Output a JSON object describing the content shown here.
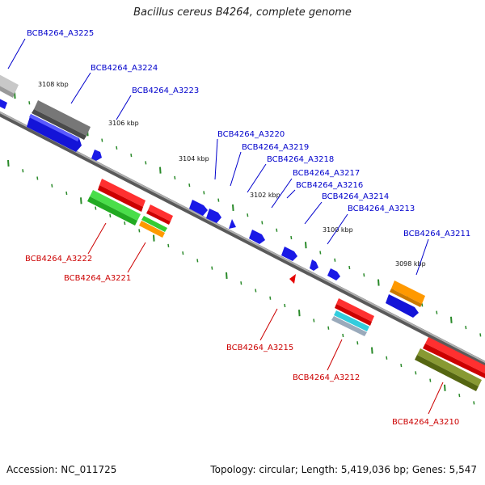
{
  "title": "Bacillus cereus B4264, complete genome",
  "footer": {
    "accession": "Accession: NC_011725",
    "summary": "Topology: circular; Length: 5,419,036 bp; Genes: 5,547"
  },
  "colors": {
    "label_forward": "#0000cc",
    "label_reverse": "#cc0000",
    "backbone": "#808080",
    "tick": "#2a8a2a",
    "blue": "#1a1ae6",
    "red": "#e60000",
    "green": "#33cc33",
    "orange": "#ff9900",
    "gray_dark": "#666666",
    "gray_light": "#bbbbbb",
    "cyan": "#22bbcc",
    "olive": "#778822"
  },
  "scale_labels": [
    "3108 kbp",
    "3106 kbp",
    "3104 kbp",
    "3102 kbp",
    "3100 kbp",
    "3098 kbp"
  ],
  "forward_labels": [
    "BCB4264_A3225",
    "BCB4264_A3224",
    "BCB4264_A3223",
    "BCB4264_A3220",
    "BCB4264_A3219",
    "BCB4264_A3218",
    "BCB4264_A3217",
    "BCB4264_A3216",
    "BCB4264_A3214",
    "BCB4264_A3213",
    "BCB4264_A3211"
  ],
  "reverse_labels": [
    "BCB4264_A3222",
    "BCB4264_A3221",
    "BCB4264_A3215",
    "BCB4264_A3212",
    "BCB4264_A3210"
  ]
}
